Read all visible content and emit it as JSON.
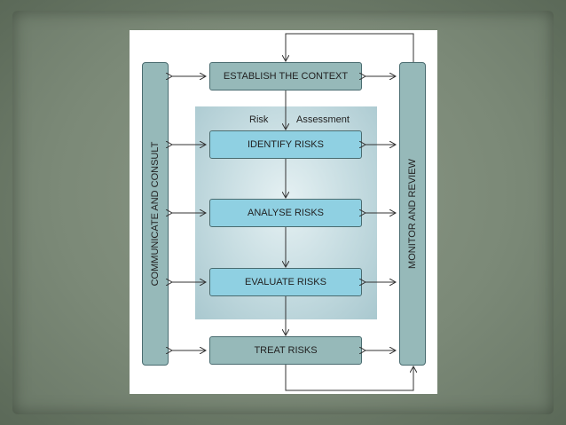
{
  "diagram": {
    "establish": "ESTABLISH THE CONTEXT",
    "risk_assessment_left": "Risk",
    "risk_assessment_right": "Assessment",
    "identify": "IDENTIFY RISKS",
    "analyse": "ANALYSE RISKS",
    "evaluate": "EVALUATE RISKS",
    "treat": "TREAT RISKS",
    "communicate": "COMMUNICATE AND CONSULT",
    "monitor": "MONITOR AND REVIEW"
  },
  "colors": {
    "outer_box": "#96b9b9",
    "inner_box": "#8fd0e2",
    "stroke": "#4a6c70"
  }
}
